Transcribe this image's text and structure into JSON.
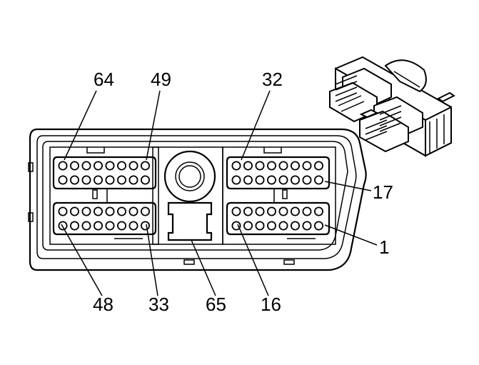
{
  "diagram": {
    "pin_labels": {
      "pin_64": "64",
      "pin_49": "49",
      "pin_32": "32",
      "pin_17": "17",
      "pin_1": "1",
      "pin_48": "48",
      "pin_33": "33",
      "pin_65": "65",
      "pin_16": "16"
    }
  }
}
